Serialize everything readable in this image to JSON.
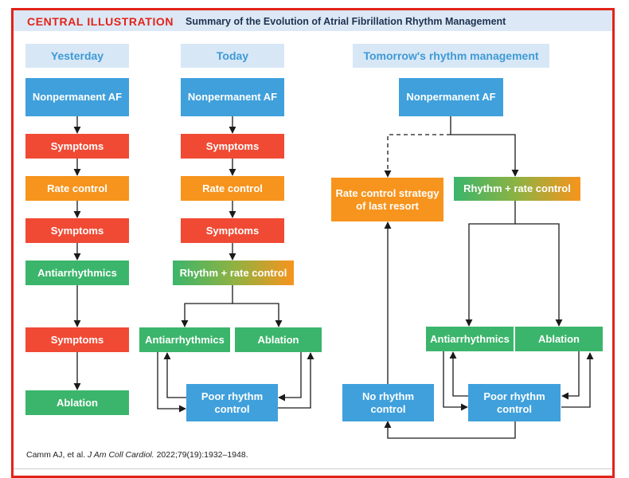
{
  "header": {
    "label": "CENTRAL ILLUSTRATION",
    "title": "Summary of the Evolution of Atrial Fibrillation Rhythm Management"
  },
  "columns": {
    "yesterday": {
      "heading": "Yesterday",
      "steps": [
        "Nonpermanent AF",
        "Symptoms",
        "Rate control",
        "Symptoms",
        "Antiarrhythmics",
        "Symptoms",
        "Ablation"
      ]
    },
    "today": {
      "heading": "Today",
      "steps": [
        "Nonpermanent AF",
        "Symptoms",
        "Rate control",
        "Symptoms",
        "Rhythm + rate control",
        "Antiarrhythmics",
        "Ablation",
        "Poor rhythm control"
      ]
    },
    "tomorrow": {
      "heading": "Tomorrow's rhythm management",
      "steps": [
        "Nonpermanent AF",
        "Rate control strategy of last resort",
        "Rhythm + rate control",
        "Antiarrhythmics",
        "Ablation",
        "No rhythm control",
        "Poor rhythm control"
      ]
    }
  },
  "citation": {
    "authors": "Camm AJ, et al.",
    "journal": "J Am Coll Cardiol.",
    "details": "2022;79(19):1932–1948."
  },
  "colors": {
    "frame_red": "#e2231a",
    "title_navy": "#1e3250",
    "blue": "#3fa0dc",
    "red": "#f04a34",
    "orange": "#f7941d",
    "green": "#3bb56b",
    "header_bg": "#d8e7f6"
  }
}
